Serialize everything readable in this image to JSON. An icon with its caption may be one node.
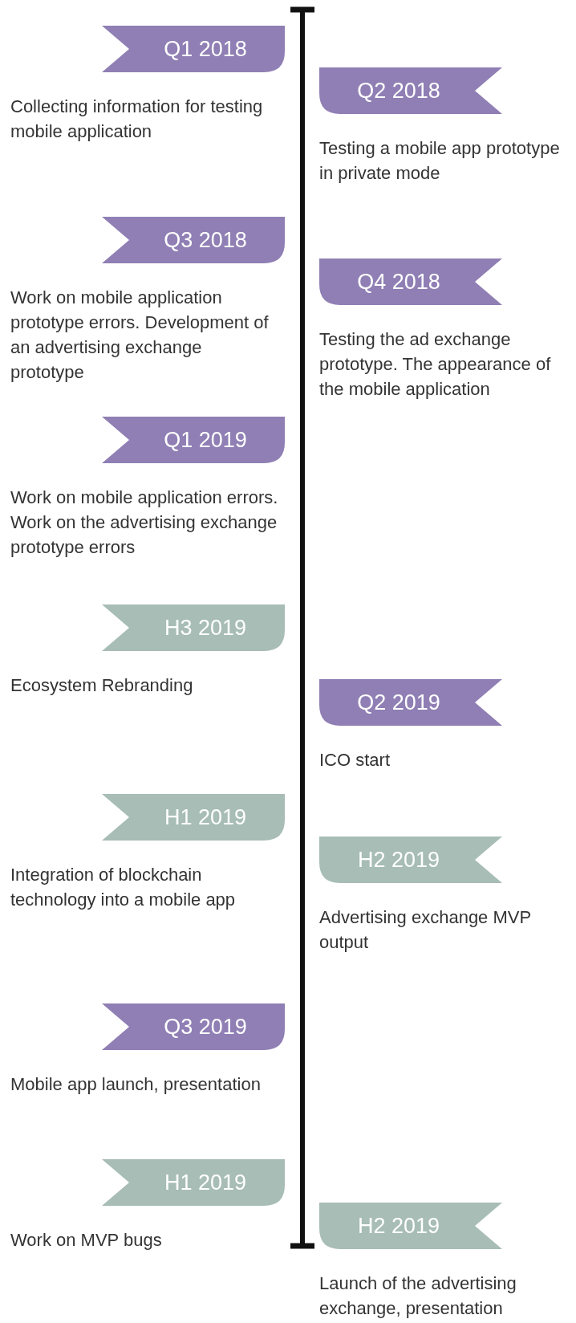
{
  "diagram": {
    "nodes": [
      {
        "text": [
          "Q1 2018"
        ],
        "beside": [
          "Collecting information for testing mobile application"
        ]
      },
      {
        "text": [
          "Q2 2018"
        ],
        "beside": [
          "Testing a mobile app prototype in private mode"
        ]
      },
      {
        "text": [
          "Q3 2018"
        ],
        "beside": [
          "Work on mobile application prototype errors. Development of an advertising exchange prototype"
        ]
      },
      {
        "text": [
          "Q4 2018"
        ],
        "beside": [
          "Testing the ad exchange prototype. The appearance of the mobile application"
        ]
      },
      {
        "text": [
          "Q1 2019"
        ],
        "beside": [
          "Work on mobile application errors. Work on the advertising exchange prototype errors"
        ]
      },
      {
        "text": [
          "H3 2019"
        ],
        "beside": [
          "Ecosystem Rebranding"
        ]
      },
      {
        "text": [
          "Q2 2019"
        ],
        "beside": [
          "ICO start"
        ]
      },
      {
        "text": [
          "H1 2019"
        ],
        "beside": [
          "Integration of blockchain technology into a mobile app"
        ]
      },
      {
        "text": [
          "H2 2019"
        ],
        "beside": [
          "Advertising exchange MVP output"
        ]
      },
      {
        "text": [
          "Q3 2019"
        ],
        "beside": [
          "Mobile app launch, presentation"
        ]
      },
      {
        "text": [
          "H1 2019"
        ],
        "beside": [
          "Work on MVP bugs"
        ]
      },
      {
        "text": [
          "H2 2019"
        ],
        "beside": [
          "Launch of the advertising exchange, presentation"
        ]
      }
    ],
    "edges": []
  }
}
